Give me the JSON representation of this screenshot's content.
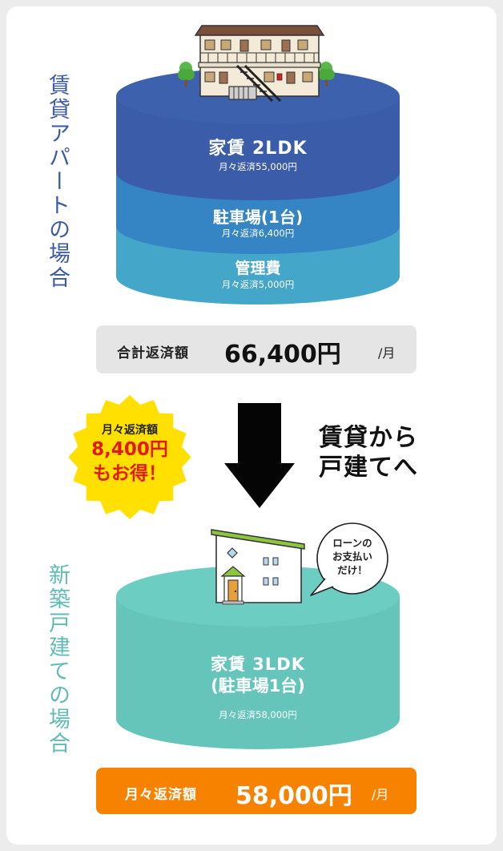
{
  "rental": {
    "side_title": "賃貸アパートの場合",
    "rent": {
      "title": "家賃 2LDK",
      "sub": "月々返済55,000円"
    },
    "parking": {
      "title": "駐車場(1台)",
      "sub": "月々返済6,400円"
    },
    "management": {
      "title": "管理費",
      "sub": "月々返済5,000円"
    },
    "total": {
      "label": "合計返済額",
      "value": "66,400円",
      "unit": "/月"
    }
  },
  "transition": {
    "line1": "賃貸から",
    "line2": "戸建てへ"
  },
  "savings": {
    "line1": "月々返済額",
    "line2": "8,400円",
    "line3": "もお得！"
  },
  "bubble": {
    "line1": "ローンの",
    "line2": "お支払い",
    "line3": "だけ！"
  },
  "house": {
    "side_title": "新築戸建ての場合",
    "rent": {
      "title1": "家賃 3LDK",
      "title2": "(駐車場1台)",
      "sub": "月々返済58,000円"
    },
    "total": {
      "label": "月々返済額",
      "value": "58,000円",
      "unit": "/月"
    }
  },
  "colors": {
    "blue_dark": "#3b5ca8",
    "blue_mid": "#3585c5",
    "blue_light": "#44a6c9",
    "teal": "#66c5bb",
    "orange": "#f78200",
    "yellow": "#ffe000"
  }
}
